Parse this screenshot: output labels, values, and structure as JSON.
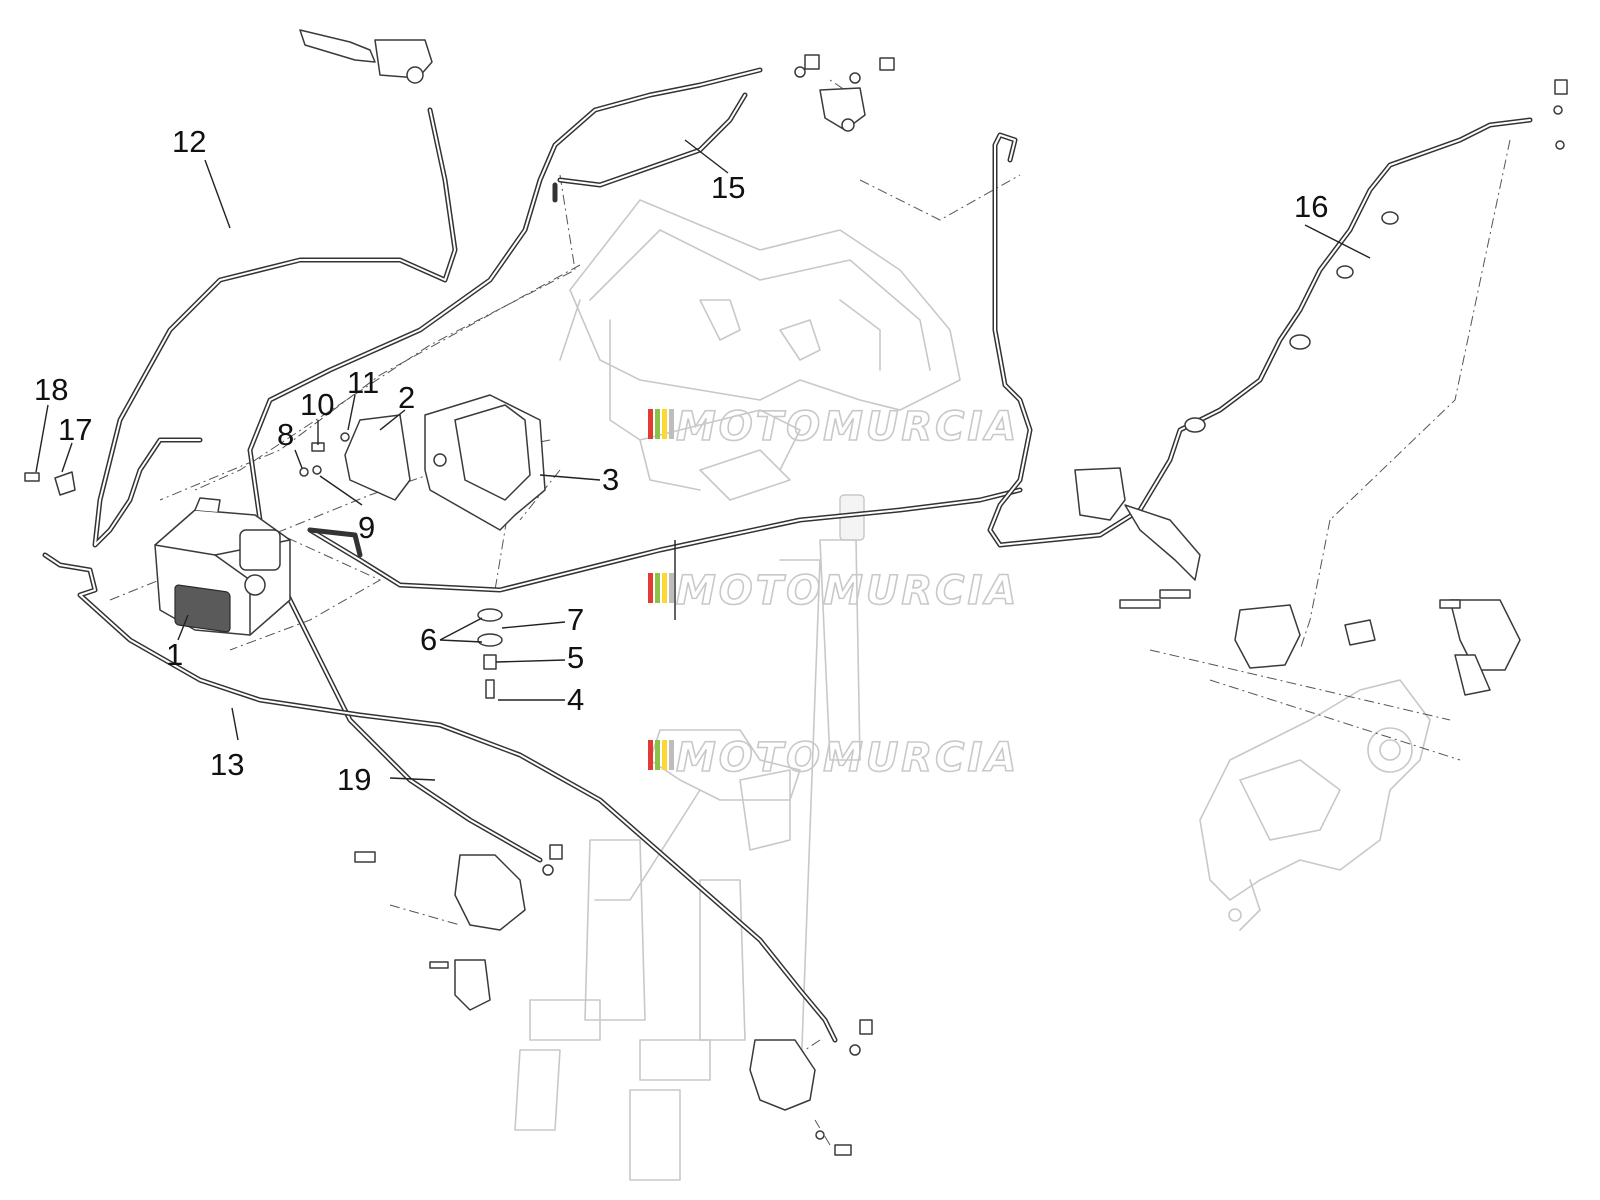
{
  "diagram": {
    "callouts": [
      {
        "id": "c1",
        "label": "1"
      },
      {
        "id": "c2",
        "label": "2"
      },
      {
        "id": "c3",
        "label": "3"
      },
      {
        "id": "c4",
        "label": "4"
      },
      {
        "id": "c5",
        "label": "5"
      },
      {
        "id": "c6",
        "label": "6"
      },
      {
        "id": "c7",
        "label": "7"
      },
      {
        "id": "c8",
        "label": "8"
      },
      {
        "id": "c9",
        "label": "9"
      },
      {
        "id": "c10",
        "label": "10"
      },
      {
        "id": "c11",
        "label": "11"
      },
      {
        "id": "c12",
        "label": "12"
      },
      {
        "id": "c13",
        "label": "13"
      },
      {
        "id": "c15",
        "label": "15"
      },
      {
        "id": "c16",
        "label": "16"
      },
      {
        "id": "c17",
        "label": "17"
      },
      {
        "id": "c18",
        "label": "18"
      },
      {
        "id": "c19",
        "label": "19"
      }
    ]
  },
  "watermark": {
    "text": "MOTOMURCIA",
    "colors": [
      "#e53935",
      "#8bc34a",
      "#fdd835",
      "#bdbdbd"
    ]
  },
  "colors": {
    "line": "#333333",
    "ghost": "#c8c8c8",
    "background": "#ffffff"
  }
}
